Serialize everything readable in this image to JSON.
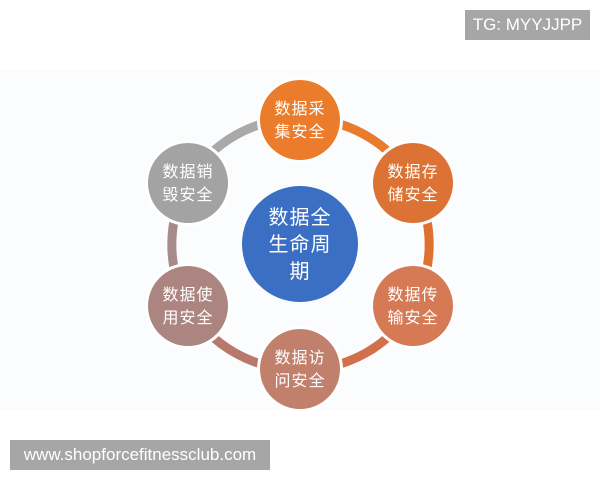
{
  "watermarks": {
    "top_right": "TG: MYYJJPP",
    "bottom_left": "www.shopforcefitnessclub.com"
  },
  "diagram": {
    "center": {
      "label": "数据全\n生命周\n期",
      "color": "#3b6fc4"
    },
    "nodes": [
      {
        "id": "collect",
        "label": "数据采\n集安全",
        "color": "#ea7c2b",
        "position": "top"
      },
      {
        "id": "store",
        "label": "数据存\n储安全",
        "color": "#dc7234",
        "position": "upper-right"
      },
      {
        "id": "transfer",
        "label": "数据传\n输安全",
        "color": "#d57a55",
        "position": "lower-right"
      },
      {
        "id": "access",
        "label": "数据访\n问安全",
        "color": "#c0806c",
        "position": "bottom"
      },
      {
        "id": "use",
        "label": "数据使\n用安全",
        "color": "#ad8580",
        "position": "lower-left"
      },
      {
        "id": "destroy",
        "label": "数据销\n毁安全",
        "color": "#a3a3a3",
        "position": "upper-left"
      }
    ],
    "ring_colors": {
      "top_left_arc": "#a9a9a9",
      "top_right_arc": "#e97b2c",
      "right_arc": "#de7030",
      "bottom_right_arc": "#d1704a",
      "bottom_left_arc": "#b8786a",
      "left_arc": "#a88a8a"
    }
  }
}
